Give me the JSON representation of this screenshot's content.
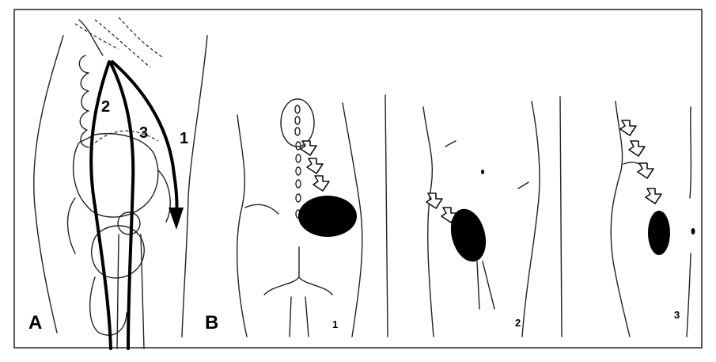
{
  "panels": {
    "a": {
      "letter": "A",
      "paths": [
        "2",
        "3",
        "1"
      ]
    },
    "b": {
      "letter": "B",
      "figures": [
        "1",
        "2",
        "3"
      ]
    }
  },
  "colors": {
    "ink": "#000000",
    "background": "#ffffff",
    "border": "#222222"
  }
}
